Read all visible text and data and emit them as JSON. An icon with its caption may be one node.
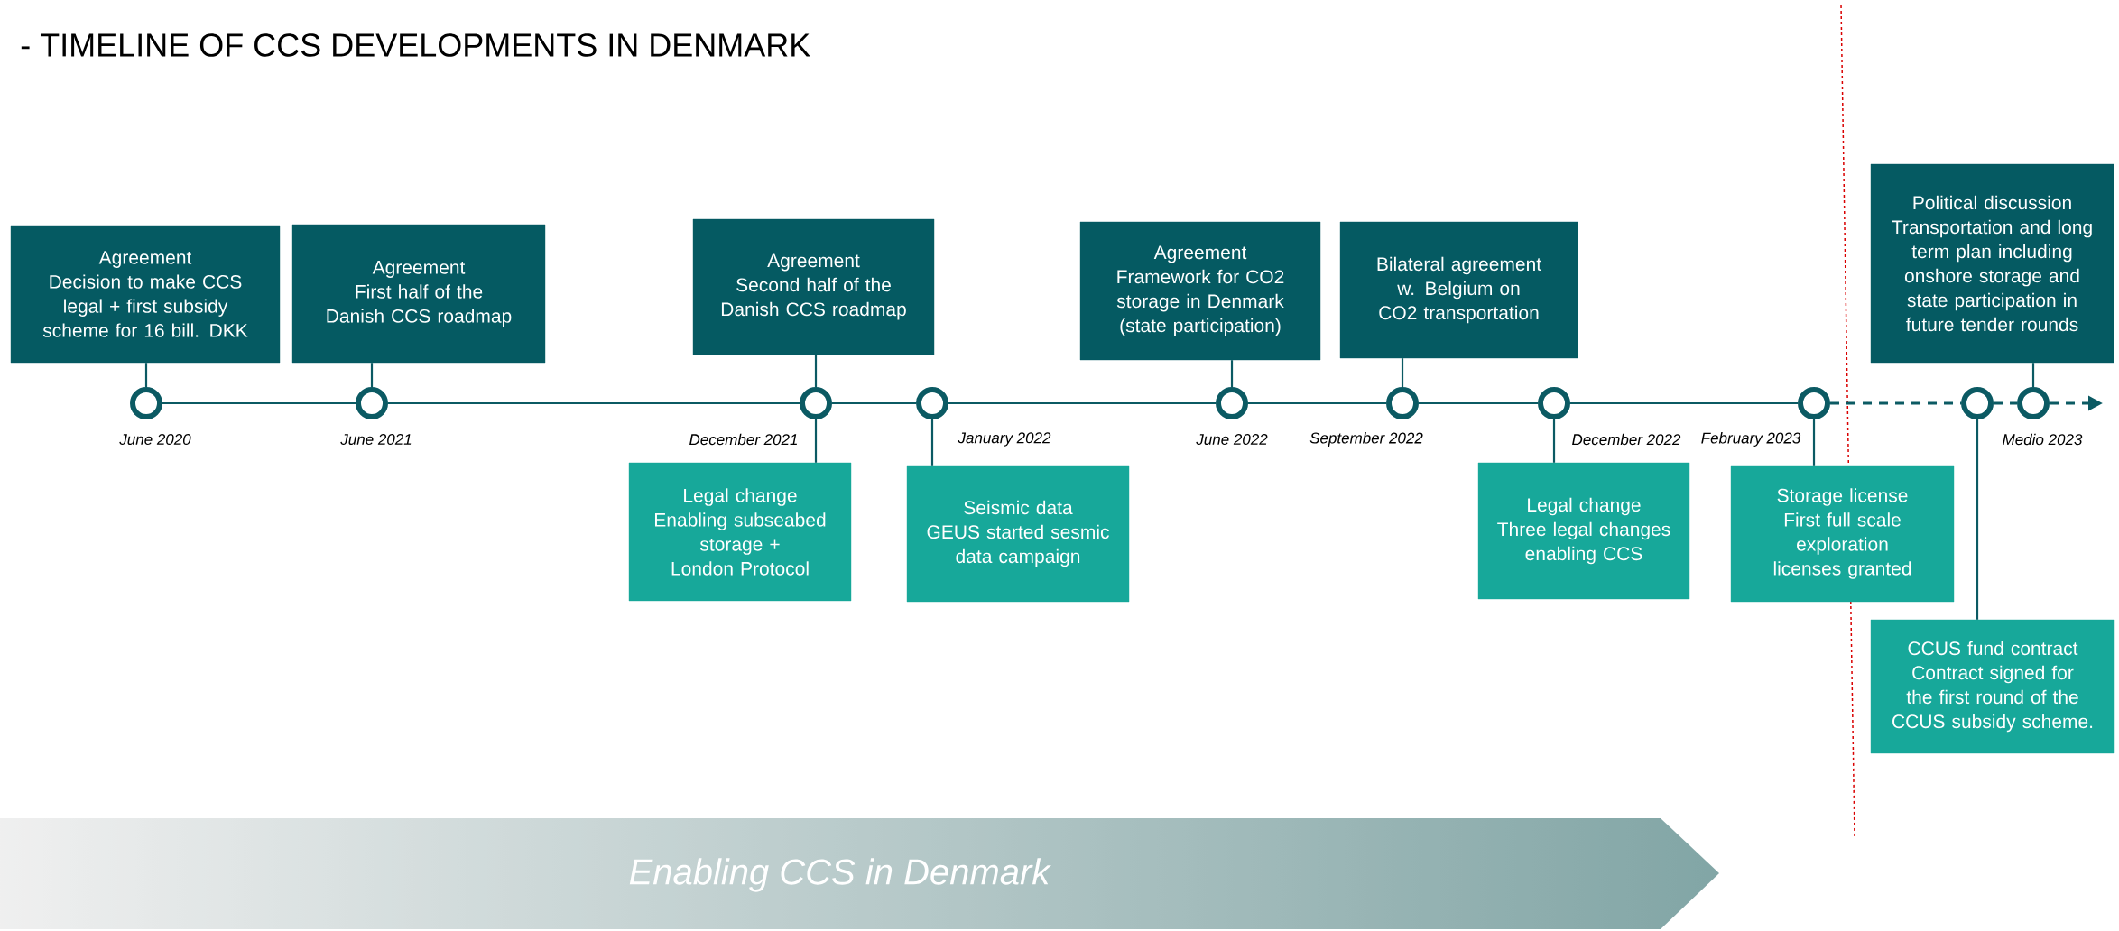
{
  "diagram": {
    "title": "- TIMELINE OF CCS DEVELOPMENTS IN DENMARK",
    "nodes": [
      {
        "text": [
          "Agreement",
          "Decision to make CCS legal + first subsidy scheme for 16 bill. DKK"
        ]
      },
      {
        "text": [
          "Agreement",
          "First half of the Danish CCS roadmap"
        ]
      },
      {
        "text": [
          "Agreement",
          "Second half of the Danish CCS roadmap"
        ]
      },
      {
        "text": [
          "Legal change",
          "Enabling subseabed storage + London Protocol"
        ]
      },
      {
        "text": [
          "Seismic data",
          "GEUS started sesmic data campaign"
        ]
      },
      {
        "text": [
          "Agreement",
          "Framework for CO2 storage in Denmark (state participation)"
        ]
      },
      {
        "text": [
          "Bilateral agreement w. Belgium on CO2 transportation"
        ]
      },
      {
        "text": [
          "Legal change",
          "Three legal changes enabling CCS"
        ]
      },
      {
        "text": [
          "Storage license",
          "First full scale exploration licenses granted"
        ]
      },
      {
        "text": [
          "Political discussion",
          "Transportation and long term plan including onshore storage and state participation in future tender rounds"
        ]
      },
      {
        "text": [
          "CCUS fund contract",
          "Contract signed for the first round of the CCUS subsidy scheme."
        ]
      },
      {
        "text": [],
        "shape": "circle",
        "beside": [
          "June 2020"
        ]
      },
      {
        "text": [],
        "shape": "circle",
        "beside": [
          "June 2021"
        ]
      },
      {
        "text": [],
        "shape": "circle",
        "beside": [
          "December 2021"
        ]
      },
      {
        "text": [],
        "shape": "circle",
        "beside": [
          "January 2022"
        ]
      },
      {
        "text": [],
        "shape": "circle",
        "beside": [
          "June 2022"
        ]
      },
      {
        "text": [],
        "shape": "circle",
        "beside": [
          "September 2022"
        ]
      },
      {
        "text": [],
        "shape": "circle",
        "beside": [
          "December 2022"
        ]
      },
      {
        "text": [],
        "shape": "circle",
        "beside": [
          "February 2023"
        ]
      },
      {
        "text": [],
        "shape": "circle"
      },
      {
        "text": [],
        "shape": "circle",
        "beside": [
          "Medio 2023"
        ]
      },
      {
        "text": [
          "Enabling CCS in Denmark"
        ]
      }
    ],
    "edges": [
      {
        "from": 0,
        "to": 11,
        "arrow": "none"
      },
      {
        "from": 1,
        "to": 12,
        "arrow": "none"
      },
      {
        "from": 2,
        "to": 13,
        "arrow": "none"
      },
      {
        "from": 3,
        "to": 13,
        "arrow": "none"
      },
      {
        "from": 4,
        "to": 14,
        "arrow": "none"
      },
      {
        "from": 5,
        "to": 15,
        "arrow": "none"
      },
      {
        "from": 6,
        "to": 16,
        "arrow": "none"
      },
      {
        "from": 7,
        "to": 17,
        "arrow": "none"
      },
      {
        "from": 8,
        "to": 18,
        "arrow": "none"
      },
      {
        "from": 10,
        "to": 19,
        "arrow": "none"
      },
      {
        "from": 9,
        "to": 20,
        "arrow": "none"
      },
      {
        "from": 11,
        "to": 12,
        "arrow": "none"
      },
      {
        "from": 12,
        "to": 13,
        "arrow": "none"
      },
      {
        "from": 13,
        "to": 14,
        "arrow": "none"
      },
      {
        "from": 14,
        "to": 15,
        "arrow": "none"
      },
      {
        "from": 15,
        "to": 16,
        "arrow": "none"
      },
      {
        "from": 16,
        "to": 17,
        "arrow": "none"
      },
      {
        "from": 17,
        "to": 18,
        "arrow": "none"
      },
      {
        "from": 18,
        "to": 19,
        "arrow": "none",
        "style": "dashed"
      },
      {
        "from": 19,
        "to": 20,
        "arrow": "none",
        "style": "dashed"
      },
      {
        "from": 20,
        "to": null,
        "arrow": "to",
        "style": "dashed"
      }
    ]
  }
}
